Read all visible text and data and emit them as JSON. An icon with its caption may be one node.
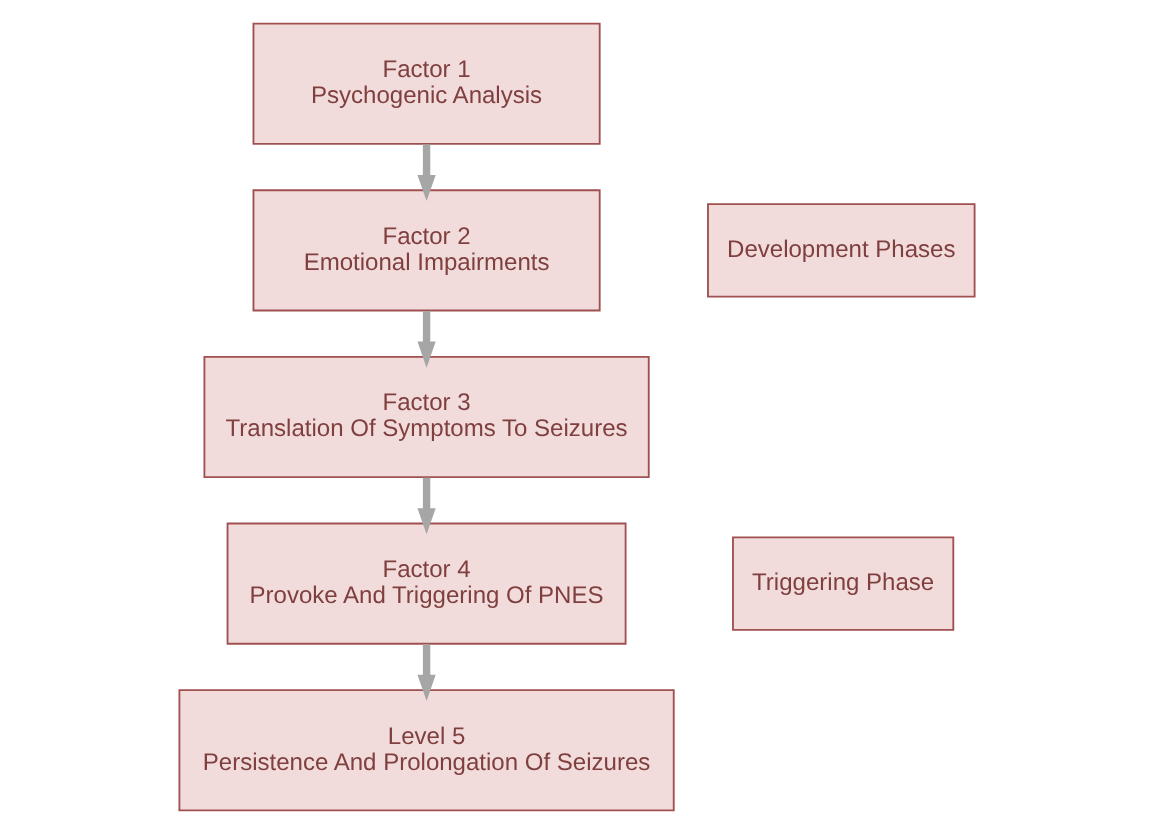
{
  "diagram": {
    "nodes": [
      {
        "text": [
          "Factor 1",
          "Psychogenic Analysis"
        ]
      },
      {
        "text": [
          "Factor 2",
          "Emotional Impairments"
        ]
      },
      {
        "text": [
          "Factor 3",
          "Translation Of Symptoms To Seizures"
        ]
      },
      {
        "text": [
          "Factor 4",
          "Provoke And Triggering Of PNES"
        ]
      },
      {
        "text": [
          "Level 5",
          "Persistence And Prolongation Of Seizures"
        ]
      },
      {
        "text": [
          "Development Phases"
        ]
      },
      {
        "text": [
          "Triggering Phase"
        ]
      }
    ],
    "edges": [
      {
        "from": 0,
        "to": 1,
        "arrow": "to"
      },
      {
        "from": 1,
        "to": 2,
        "arrow": "to"
      },
      {
        "from": 2,
        "to": 3,
        "arrow": "to"
      },
      {
        "from": 3,
        "to": 4,
        "arrow": "to"
      }
    ]
  }
}
